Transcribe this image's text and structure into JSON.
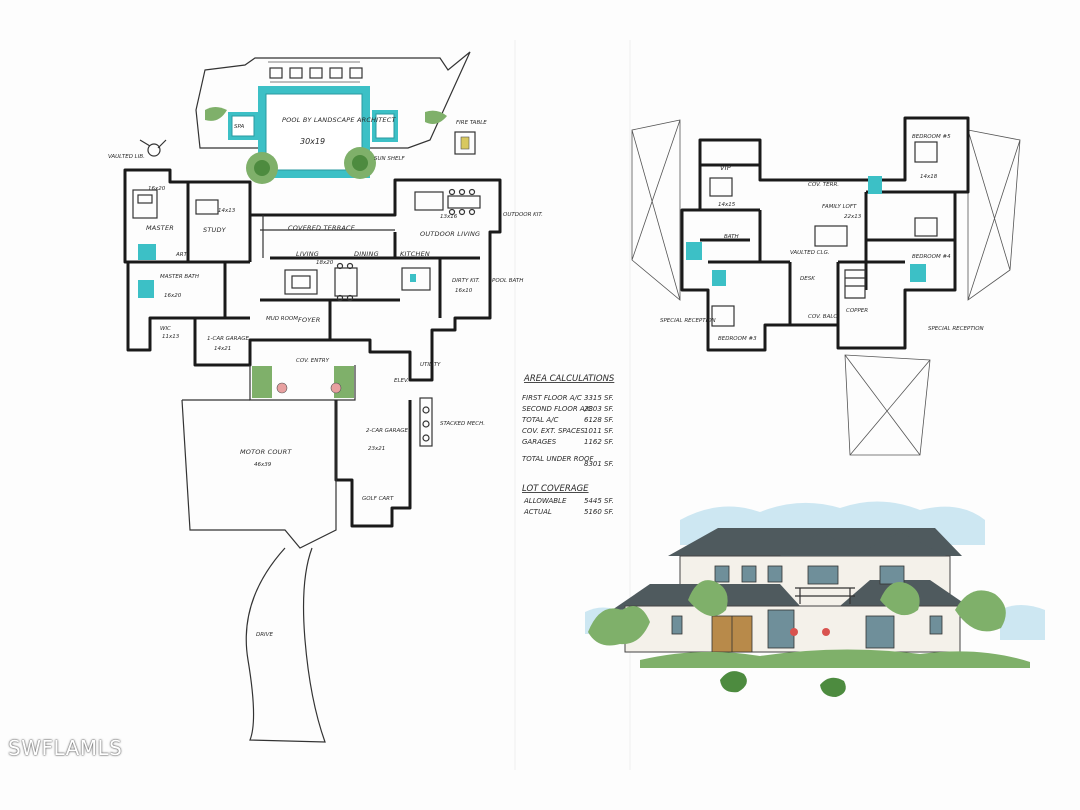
{
  "watermark": "SWFLAMLS",
  "first_floor": {
    "rooms": [
      {
        "id": "pool",
        "label": "POOL BY LANDSCAPE ARCHITECT",
        "dims": "30x19"
      },
      {
        "id": "spa",
        "label": "SPA"
      },
      {
        "id": "fire-table",
        "label": "FIRE TABLE"
      },
      {
        "id": "sun-shelf",
        "label": "SUN SHELF"
      },
      {
        "id": "vaulted-lib",
        "label": "VAULTED LIB."
      },
      {
        "id": "master",
        "label": "MASTER",
        "dims": "16x20"
      },
      {
        "id": "study",
        "label": "STUDY",
        "dims": "14x13"
      },
      {
        "id": "covered-terrace",
        "label": "COVERED TERRACE"
      },
      {
        "id": "outdoor-living",
        "label": "OUTDOOR LIVING",
        "dims": "13x16"
      },
      {
        "id": "outdoor-kit",
        "label": "OUTDOOR KIT."
      },
      {
        "id": "living",
        "label": "LIVING",
        "dims": "18x20"
      },
      {
        "id": "dining",
        "label": "DINING"
      },
      {
        "id": "kitchen",
        "label": "KITCHEN"
      },
      {
        "id": "dirty-kit",
        "label": "DIRTY KIT.",
        "dims": "16x10"
      },
      {
        "id": "pool-bath",
        "label": "POOL BATH"
      },
      {
        "id": "master-bath",
        "label": "MASTER BATH",
        "dims": "16x20"
      },
      {
        "id": "art",
        "label": "ART"
      },
      {
        "id": "wic",
        "label": "WIC",
        "dims": "11x13"
      },
      {
        "id": "garage-1",
        "label": "1-CAR GARAGE",
        "dims": "14x21"
      },
      {
        "id": "foyer",
        "label": "FOYER"
      },
      {
        "id": "mud-room",
        "label": "MUD ROOM"
      },
      {
        "id": "cov-entry",
        "label": "COV. ENTRY"
      },
      {
        "id": "elev",
        "label": "ELEV."
      },
      {
        "id": "utility",
        "label": "UTILITY"
      },
      {
        "id": "stacked-mech",
        "label": "STACKED MECH."
      },
      {
        "id": "garage-2",
        "label": "2-CAR GARAGE",
        "dims": "23x21"
      },
      {
        "id": "motor-court",
        "label": "MOTOR COURT",
        "dims": "46x39"
      },
      {
        "id": "golf-cart",
        "label": "GOLF CART"
      },
      {
        "id": "drive",
        "label": "DRIVE"
      }
    ]
  },
  "second_floor": {
    "rooms": [
      {
        "id": "vip",
        "label": "VIP",
        "dims": "14x15"
      },
      {
        "id": "bedroom-5",
        "label": "BEDROOM #5",
        "dims": "14x18"
      },
      {
        "id": "cov-terr",
        "label": "COV. TERR."
      },
      {
        "id": "family-loft",
        "label": "FAMILY LOFT",
        "dims": "22x13"
      },
      {
        "id": "vaulted-clg",
        "label": "VAULTED CLG."
      },
      {
        "id": "bath-a",
        "label": "BATH"
      },
      {
        "id": "bedroom-4",
        "label": "BEDROOM #4"
      },
      {
        "id": "desk",
        "label": "DESK"
      },
      {
        "id": "bedroom-3",
        "label": "BEDROOM #3"
      },
      {
        "id": "cov-balc",
        "label": "COV. BALC."
      },
      {
        "id": "copper",
        "label": "COPPER"
      },
      {
        "id": "special-reception-l",
        "label": "SPECIAL RECEPTION"
      },
      {
        "id": "special-reception-r",
        "label": "SPECIAL RECEPTION"
      }
    ]
  },
  "area_calculations": {
    "title": "AREA CALCULATIONS",
    "rows": [
      {
        "label": "FIRST FLOOR A/C",
        "value": "3315 SF."
      },
      {
        "label": "SECOND FLOOR A/C",
        "value": "2803 SF."
      },
      {
        "label": "TOTAL A/C",
        "value": "6128 SF."
      },
      {
        "label": "COV. EXT. SPACES",
        "value": "1011 SF."
      },
      {
        "label": "GARAGES",
        "value": "1162 SF."
      },
      {
        "label": "TOTAL UNDER ROOF",
        "value": "8301 SF."
      }
    ],
    "lot_title": "LOT COVERAGE",
    "lot_rows": [
      {
        "label": "ALLOWABLE",
        "value": "5445 SF."
      },
      {
        "label": "ACTUAL",
        "value": "5160 SF."
      }
    ]
  },
  "colors": {
    "water": "#3cc0c6",
    "vegetation": "#7fb06a",
    "sky": "#cde7f2",
    "roof": "#4f5a5e",
    "wood_door": "#b88a4a"
  }
}
